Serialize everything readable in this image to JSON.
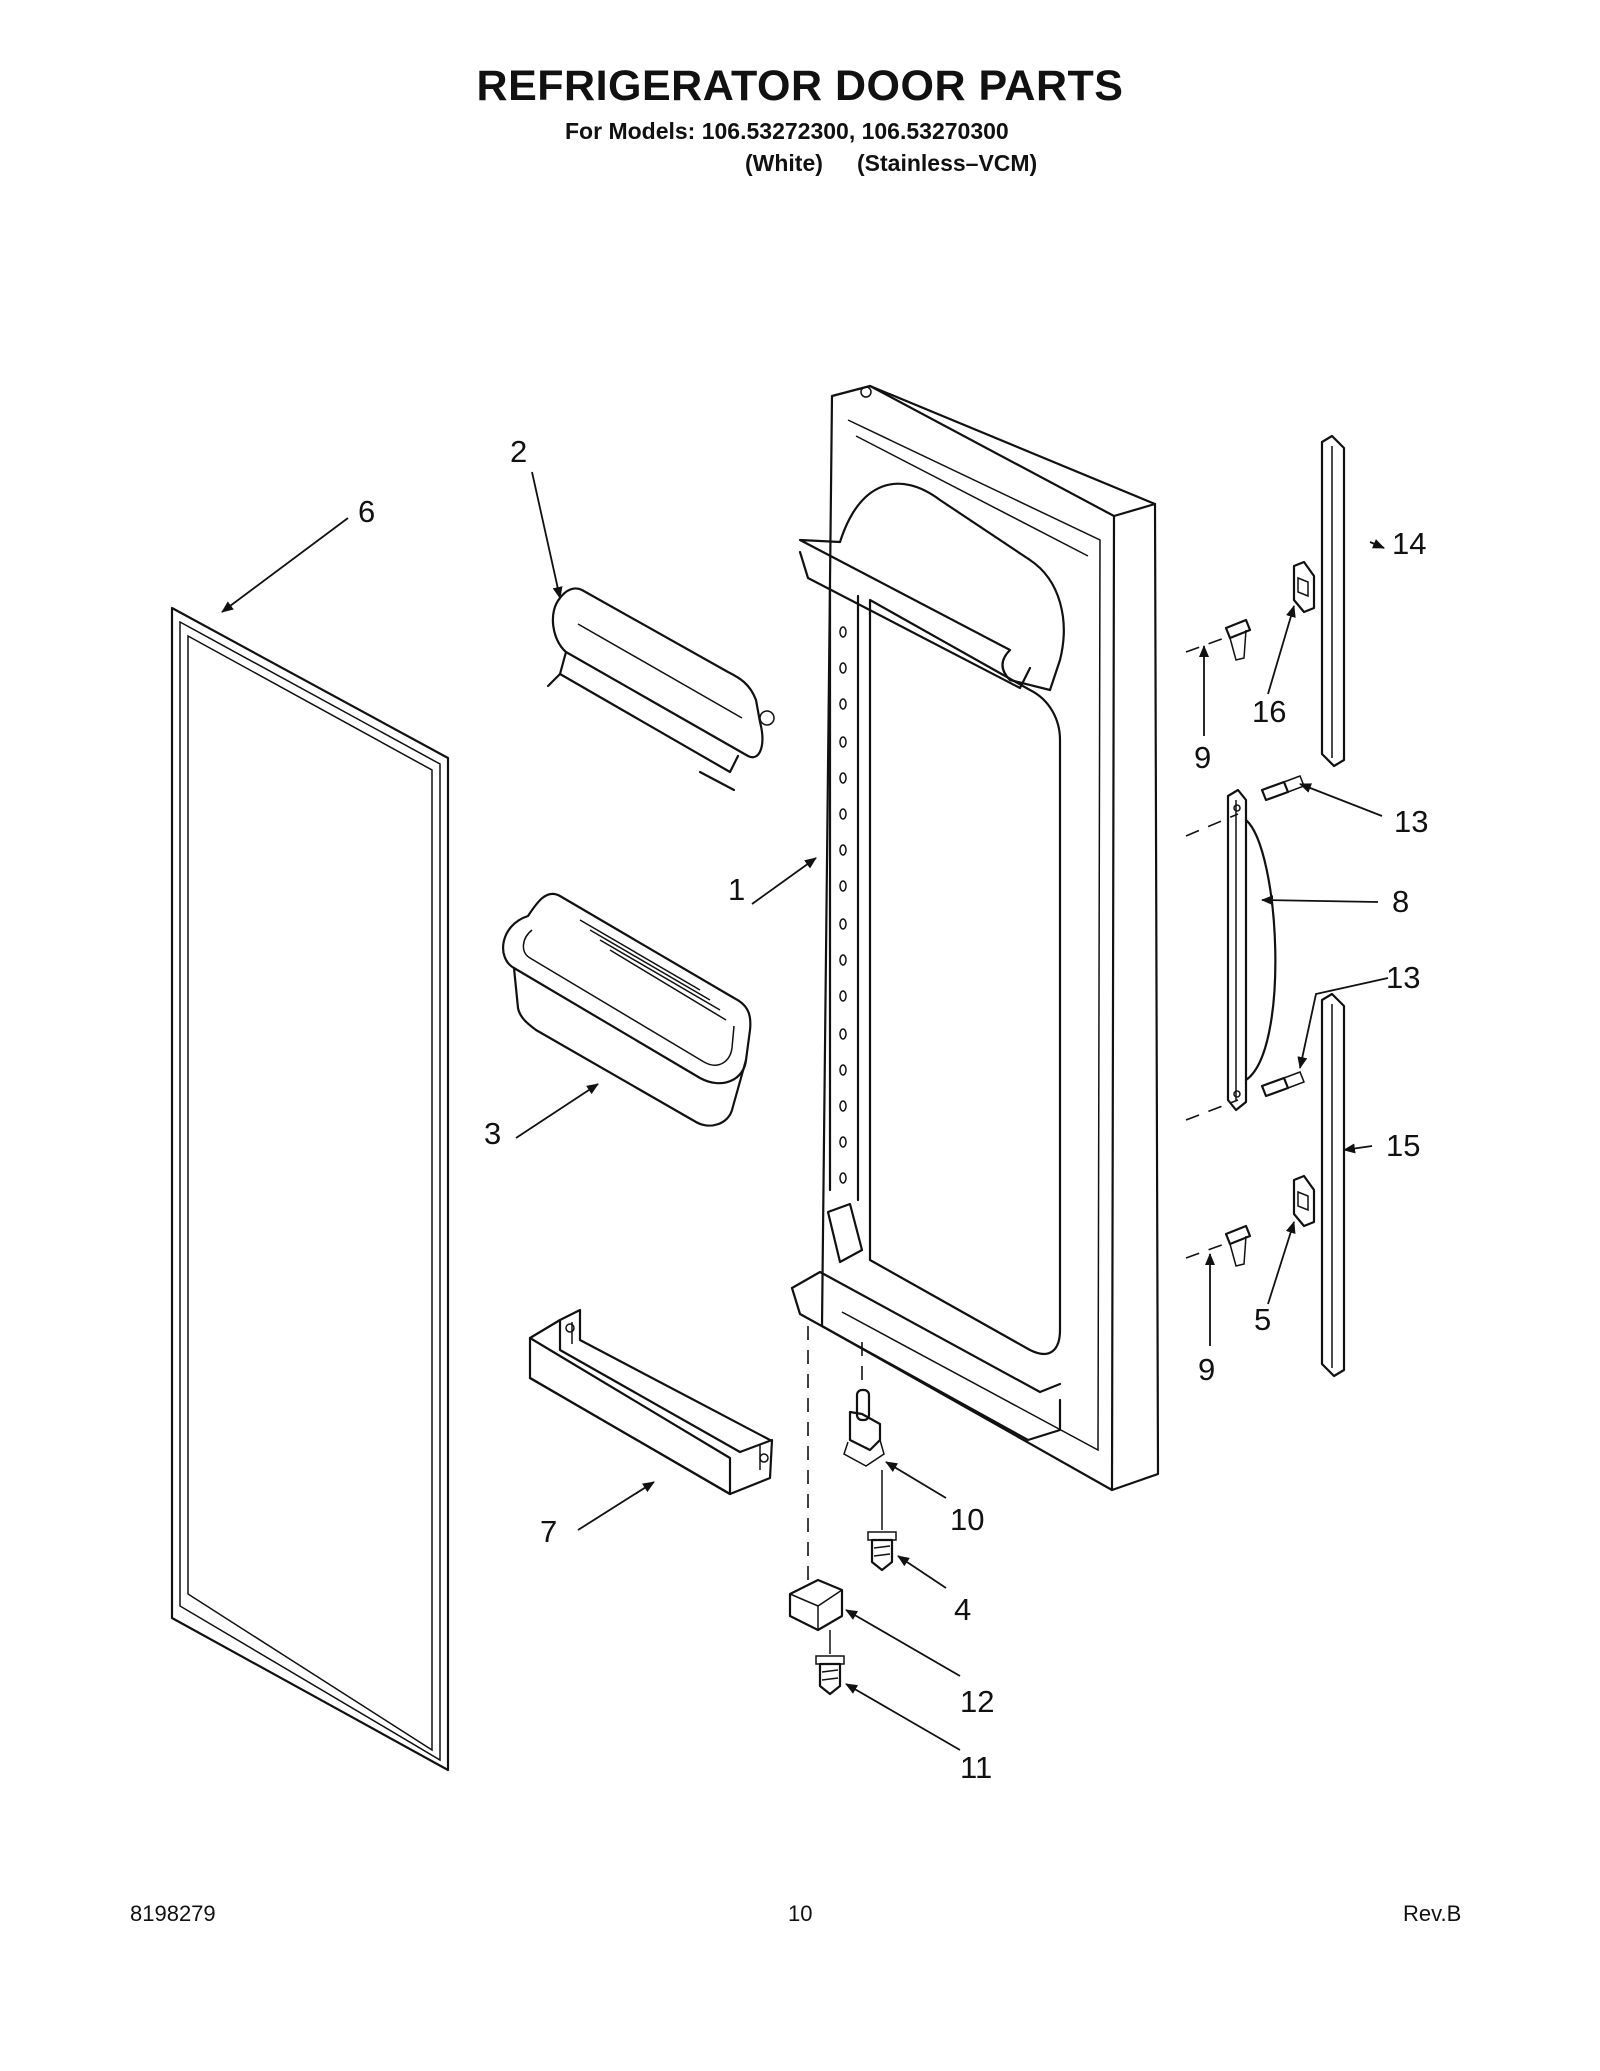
{
  "header": {
    "title": "REFRIGERATOR DOOR PARTS",
    "models_line": "For Models: 106.53272300, 106.53270300",
    "variant_white": "(White)",
    "variant_stainless": "(Stainless–VCM)"
  },
  "callouts": {
    "c1": "1",
    "c2": "2",
    "c3": "3",
    "c4": "4",
    "c5": "5",
    "c6": "6",
    "c7": "7",
    "c8": "8",
    "c9a": "9",
    "c9b": "9",
    "c10": "10",
    "c11": "11",
    "c12": "12",
    "c13a": "13",
    "c13b": "13",
    "c14": "14",
    "c15": "15",
    "c16": "16"
  },
  "footer": {
    "doc_number": "8198279",
    "page_number": "10",
    "revision": "Rev.B"
  }
}
